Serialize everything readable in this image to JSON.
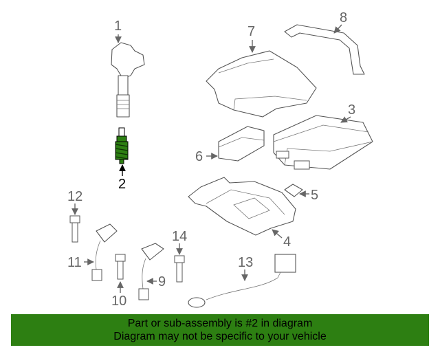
{
  "callouts": {
    "c1": "1",
    "c2": "2",
    "c3": "3",
    "c4": "4",
    "c5": "5",
    "c6": "6",
    "c7": "7",
    "c8": "8",
    "c9": "9",
    "c10": "10",
    "c11": "11",
    "c12": "12",
    "c13": "13",
    "c14": "14"
  },
  "highlight_color": "#2d7f12",
  "footer": {
    "line1": "Part or sub-assembly is #2 in diagram",
    "line2": "Diagram may not be specific to your vehicle",
    "background": "#2d7f12"
  }
}
